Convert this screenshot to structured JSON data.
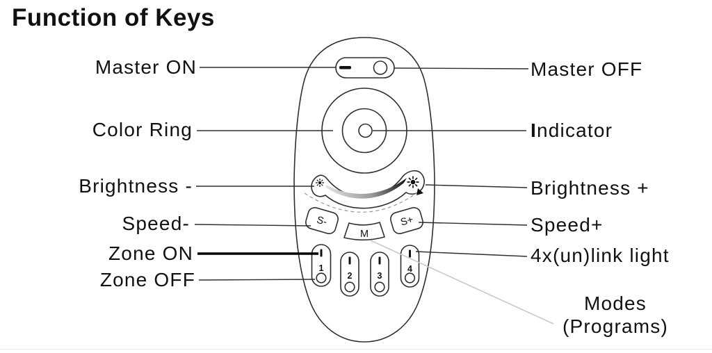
{
  "title": "Function of Keys",
  "labels": {
    "master_on": "Master ON",
    "color_ring": "Color Ring",
    "brightness_minus": "Brightness -",
    "speed_minus": "Speed-",
    "zone_on": "Zone ON",
    "zone_off": "Zone OFF",
    "master_off": "Master OFF",
    "indicator_initial": "I",
    "indicator_rest": "ndicator",
    "brightness_plus": "Brightness +",
    "speed_plus": "Speed+",
    "link_light": "4x(un)link light",
    "modes_line1": "Modes",
    "modes_line2": "(Programs)"
  },
  "remote": {
    "speed_minus_button": "S-",
    "mode_button": "M",
    "speed_plus_button": "S+",
    "zone_numbers": [
      "1",
      "2",
      "3",
      "4"
    ]
  },
  "colors": {
    "ink": "#111111",
    "line": "#2e2e2e",
    "muted_line": "#c9c9c9",
    "swoosh_start": "#e3e3e3",
    "swoosh_end": "#111111",
    "background": "#ffffff"
  }
}
